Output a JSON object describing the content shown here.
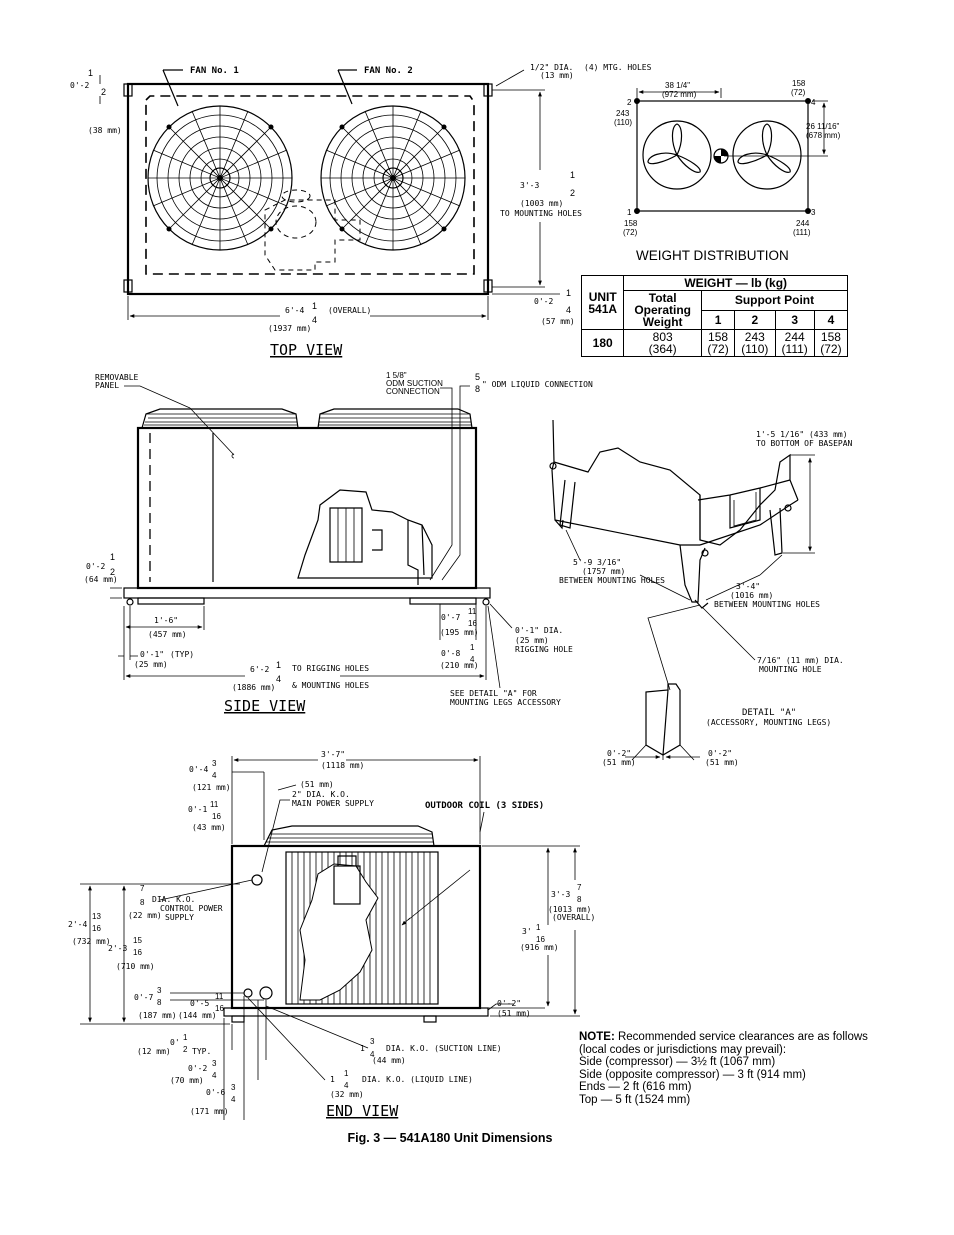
{
  "top_view": {
    "title": "TOP VIEW",
    "fan1_label": "FAN No. 1",
    "fan2_label": "FAN No. 2",
    "mtg_holes_a": "1/2\" DIA.",
    "mtg_holes_b": "(4) MTG. HOLES",
    "mtg_holes_mm": "(13 mm)",
    "dim_top_a": "0'-2",
    "dim_top_frac_n": "1",
    "dim_top_frac_d": "2",
    "dim_top_mm": "(38 mm)",
    "dim_right_a": "3'-3",
    "dim_right_frac_n": "1",
    "dim_right_frac_d": "2",
    "dim_right_mm": "(1003 mm)",
    "dim_right_note": "TO MOUNTING HOLES",
    "dim_bottom_a": "0'-2",
    "dim_bottom_frac_n": "1",
    "dim_bottom_frac_d": "4",
    "dim_bottom_mm": "(57 mm)",
    "overall_a": "6'-4",
    "overall_frac_n": "1",
    "overall_frac_d": "4",
    "overall_label": "(OVERALL)",
    "overall_mm": "(1937 mm)"
  },
  "weight_distribution": {
    "title": "WEIGHT DISTRIBUTION",
    "horiz_dim": "38 1/4\"",
    "horiz_mm": "(972 mm)",
    "vert_dim": "26 11/16\"",
    "vert_mm": "(678 mm)",
    "p2_id": "2",
    "p2_lb": "243",
    "p2_kg": "(110)",
    "p4_id": "4",
    "p4_lb": "158",
    "p4_kg": "(72)",
    "p1_id": "1",
    "p1_lb": "158",
    "p1_kg": "(72)",
    "p3_id": "3",
    "p3_lb": "244",
    "p3_kg": "(111)"
  },
  "weight_table": {
    "unit_header_a": "UNIT",
    "unit_header_b": "541A",
    "weight_header": "WEIGHT — lb (kg)",
    "total_a": "Total",
    "total_b": "Operating",
    "total_c": "Weight",
    "support_header": "Support Point",
    "col1": "1",
    "col2": "2",
    "col3": "3",
    "col4": "4",
    "row_unit": "180",
    "total_lb": "803",
    "total_kg": "(364)",
    "s1_lb": "158",
    "s1_kg": "(72)",
    "s2_lb": "243",
    "s2_kg": "(110)",
    "s3_lb": "244",
    "s3_kg": "(111)",
    "s4_lb": "158",
    "s4_kg": "(72)"
  },
  "side_view": {
    "title": "SIDE VIEW",
    "removable_a": "REMOVABLE",
    "removable_b": "PANEL",
    "suction_a": "1 5/8\"",
    "suction_b": "ODM SUCTION",
    "suction_c": "CONNECTION",
    "liquid_n": "5",
    "liquid_d": "8",
    "liquid_label": "\" ODM LIQUID CONNECTION",
    "dim_left_a": "0'-2",
    "dim_left_frac_n": "1",
    "dim_left_frac_d": "2",
    "dim_left_mm": "(64 mm)",
    "d18": "1'-6\"",
    "d18_mm": "(457 mm)",
    "d01": "0'-1\"",
    "d01_typ": "(TYP)",
    "d01_mm": "(25 mm)",
    "rig_a": "6'-2",
    "rig_frac_n": "1",
    "rig_frac_d": "4",
    "rig_label_a": "TO RIGGING HOLES",
    "rig_mm": "(1886 mm)",
    "rig_label_b": "& MOUNTING HOLES",
    "d07_a": "0'-7",
    "d07_n": "11",
    "d07_d": "16",
    "d07_mm": "(195 mm)",
    "d08_a": "0'-8",
    "d08_n": "1",
    "d08_d": "4",
    "d08_mm": "(210 mm)",
    "rh_a": "0'-1\" DIA.",
    "rh_mm": "(25 mm)",
    "rh_label": "RIGGING HOLE",
    "detail_ref_a": "SEE DETAIL \"A\" FOR",
    "detail_ref_b": "MOUNTING LEGS ACCESSORY"
  },
  "detail_a": {
    "basepan_a": "1'-5 1/16\"  (433 mm)",
    "basepan_b": "TO BOTTOM OF BASEPAN",
    "m1_a": "5'-9 3/16\"",
    "m1_mm": "(1757 mm)",
    "m1_label": "BETWEEN MOUNTING HOLES",
    "m2_a": "3'-4\"",
    "m2_mm": "(1016 mm)",
    "m2_label": "BETWEEN MOUNTING HOLES",
    "hole_a": "7/16\" (11 mm) DIA.",
    "hole_b": "MOUNTING HOLE",
    "title": "DETAIL \"A\"",
    "subtitle": "(ACCESSORY, MOUNTING LEGS)",
    "l_dim": "0'-2\"",
    "l_mm": "(51 mm)",
    "r_dim": "0'-2\"",
    "r_mm": "(51 mm)"
  },
  "end_view": {
    "title": "END VIEW",
    "width": "3'-7\"",
    "width_mm": "(1118 mm)",
    "d04_a": "0'-4",
    "d04_n": "3",
    "d04_d": "4",
    "d04_mm": "(121 mm)",
    "d51_mm": "(51 mm)",
    "mp_a": "2\" DIA. K.O.",
    "mp_b": "MAIN POWER SUPPLY",
    "d01_a": "0'-1",
    "d01_n": "11",
    "d01_d": "16",
    "d01_mm": "(43 mm)",
    "coil_label": "OUTDOOR COIL (3 SIDES)",
    "cp_n": "7",
    "cp_d": "8",
    "cp_a": "DIA. K.O.",
    "cp_mm": "(22 mm)",
    "cp_b": "CONTROL POWER",
    "cp_c": "SUPPLY",
    "d24_a": "2'-4",
    "d24_n": "13",
    "d24_d": "16",
    "d24_mm": "(732 mm)",
    "d23_a": "2'-3",
    "d23_n": "15",
    "d23_d": "16",
    "d23_mm": "(710 mm)",
    "d33_a": "3'-3",
    "d33_n": "7",
    "d33_d": "8",
    "d33_mm": "(1013 mm)",
    "d33_label": "(OVERALL)",
    "d3_a": "3'",
    "d3_n": "1",
    "d3_d": "16",
    "d3_mm": "(916 mm)",
    "d07_a": "0'-7",
    "d07_n": "3",
    "d07_d": "8",
    "d07_mm": "(187 mm)",
    "d05_a": "0'-5",
    "d05_n": "11",
    "d05_d": "16",
    "d05_mm": "(144 mm)",
    "d02r": "0'-2\"",
    "d02r_mm": "(51 mm)",
    "d12_mm": "(12 mm)",
    "d12_a": "0'",
    "d12_n": "1",
    "d12_d": "2",
    "d12_typ": "TYP.",
    "sl_n": "3",
    "sl_d": "4",
    "sl_a": "1",
    "sl_mm": "(44 mm)",
    "sl_label": "DIA. K.O. (SUCTION LINE)",
    "d02_a": "0'-2",
    "d02_n": "3",
    "d02_d": "4",
    "d02_mm": "(70 mm)",
    "ll_a": "1",
    "ll_n": "1",
    "ll_d": "4",
    "ll_mm": "(32 mm)",
    "ll_label": "DIA. K.O. (LIQUID LINE)",
    "d06_a": "0'-6",
    "d06_n": "3",
    "d06_d": "4",
    "d06_mm": "(171 mm)"
  },
  "note": {
    "label": "NOTE:",
    "line1": " Recommended service clearances are as follows (local codes or jurisdictions may prevail):",
    "line2": "Side (compressor) — 3½ ft (1067 mm)",
    "line3": "Side (opposite compressor) — 3 ft (914 mm)",
    "line4": "Ends — 2 ft (616 mm)",
    "line5": "Top — 5 ft (1524 mm)"
  },
  "caption": "Fig. 3 — 541A180 Unit Dimensions"
}
